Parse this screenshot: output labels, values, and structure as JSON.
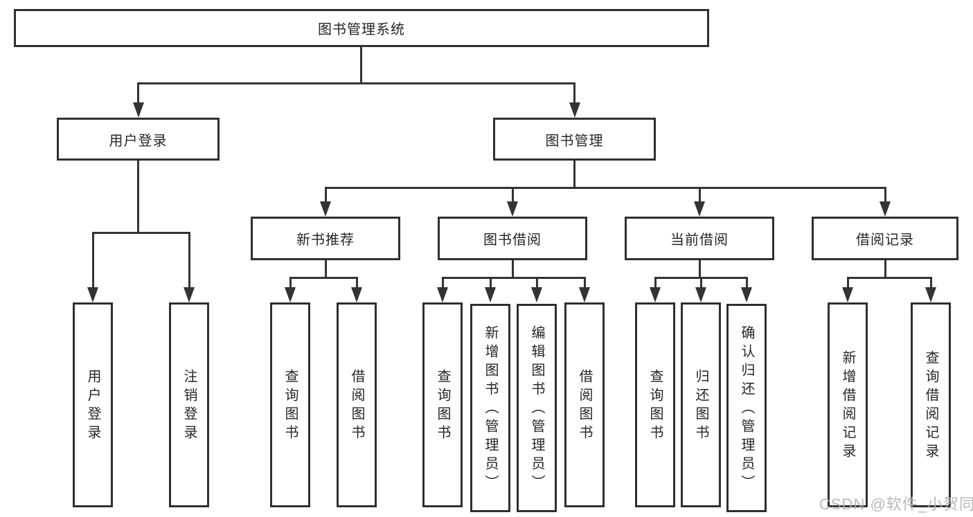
{
  "nodes": {
    "root": "图书管理系统",
    "user_login": "用户登录",
    "book_mgmt": "图书管理",
    "new_book_rec": "新书推荐",
    "book_borrow": "图书借阅",
    "current_borrow": "当前借阅",
    "borrow_record": "借阅记录",
    "ul_login": "用户登录",
    "ul_logout": "注销登录",
    "nb_query": "查询图书",
    "nb_borrow": "借阅图书",
    "bb_query": "查询图书",
    "bb_add": "新增图书（管理员）",
    "bb_edit": "编辑图书（管理员）",
    "bb_borrow": "借阅图书",
    "cb_query": "查询图书",
    "cb_return": "归还图书",
    "cb_confirm": "确认归还（管理员）",
    "br_add": "新增借阅记录",
    "br_query": "查询借阅记录"
  },
  "structure": {
    "root": [
      "user_login",
      "book_mgmt"
    ],
    "user_login": [
      "ul_login",
      "ul_logout"
    ],
    "book_mgmt": [
      "new_book_rec",
      "book_borrow",
      "current_borrow",
      "borrow_record"
    ],
    "new_book_rec": [
      "nb_query",
      "nb_borrow"
    ],
    "book_borrow": [
      "bb_query",
      "bb_add",
      "bb_edit",
      "bb_borrow"
    ],
    "current_borrow": [
      "cb_query",
      "cb_return",
      "cb_confirm"
    ],
    "borrow_record": [
      "br_add",
      "br_query"
    ]
  },
  "watermark": {
    "text": "CSDN @软件_小贺同学"
  },
  "colors": {
    "line": "#333333",
    "box_border": "#2f2f2f",
    "text": "#262626",
    "watermark": "#b3b3b3",
    "background": "#ffffff"
  }
}
